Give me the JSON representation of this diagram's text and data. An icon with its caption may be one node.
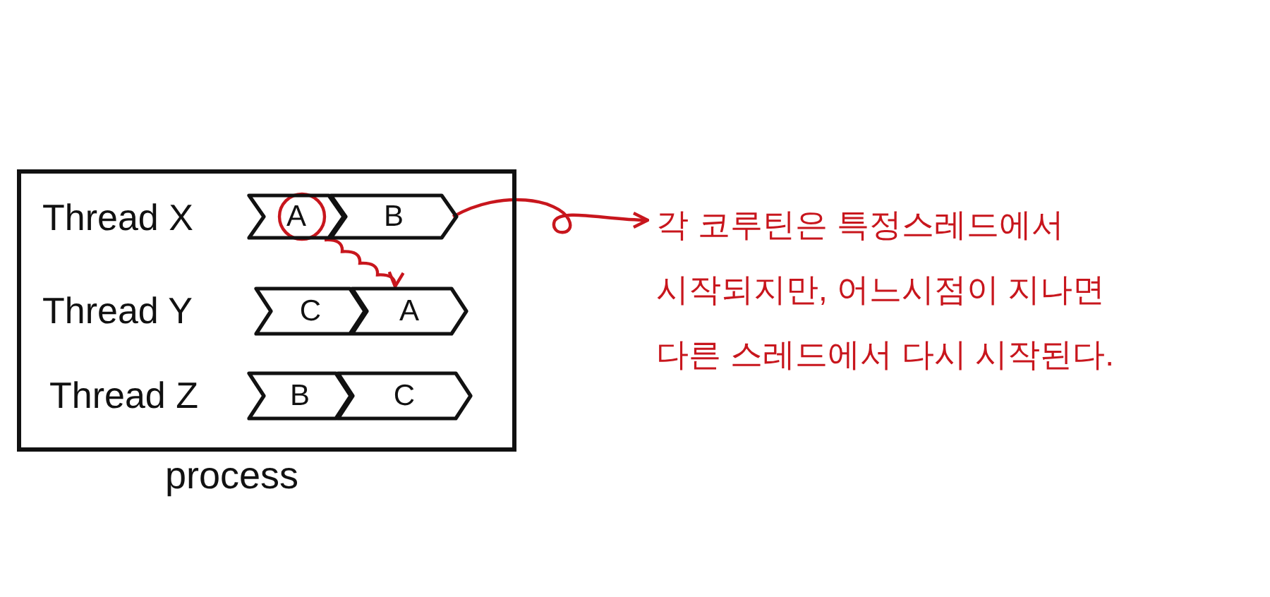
{
  "diagram": {
    "nodes": [
      {
        "text": [
          "process"
        ]
      },
      {
        "text": [
          "A"
        ],
        "in": 0
      },
      {
        "text": [
          "B"
        ],
        "in": 0
      },
      {
        "text": [
          "C"
        ],
        "in": 0
      },
      {
        "text": [
          "A"
        ],
        "in": 0
      },
      {
        "text": [
          "B"
        ],
        "in": 0
      },
      {
        "text": [
          "C"
        ],
        "in": 0
      },
      {
        "text": [
          "각 코루틴은 특정스레드에서 시작되지만, 어느시점이 지나면 다른 스레드에서 다시 시작된다."
        ]
      }
    ],
    "edges": [
      {
        "from": 1,
        "to": 4,
        "arrow": "to"
      },
      {
        "from": 2,
        "to": 7,
        "arrow": "to"
      }
    ],
    "labels": [
      "Thread X",
      "Thread Y",
      "Thread Z"
    ]
  }
}
